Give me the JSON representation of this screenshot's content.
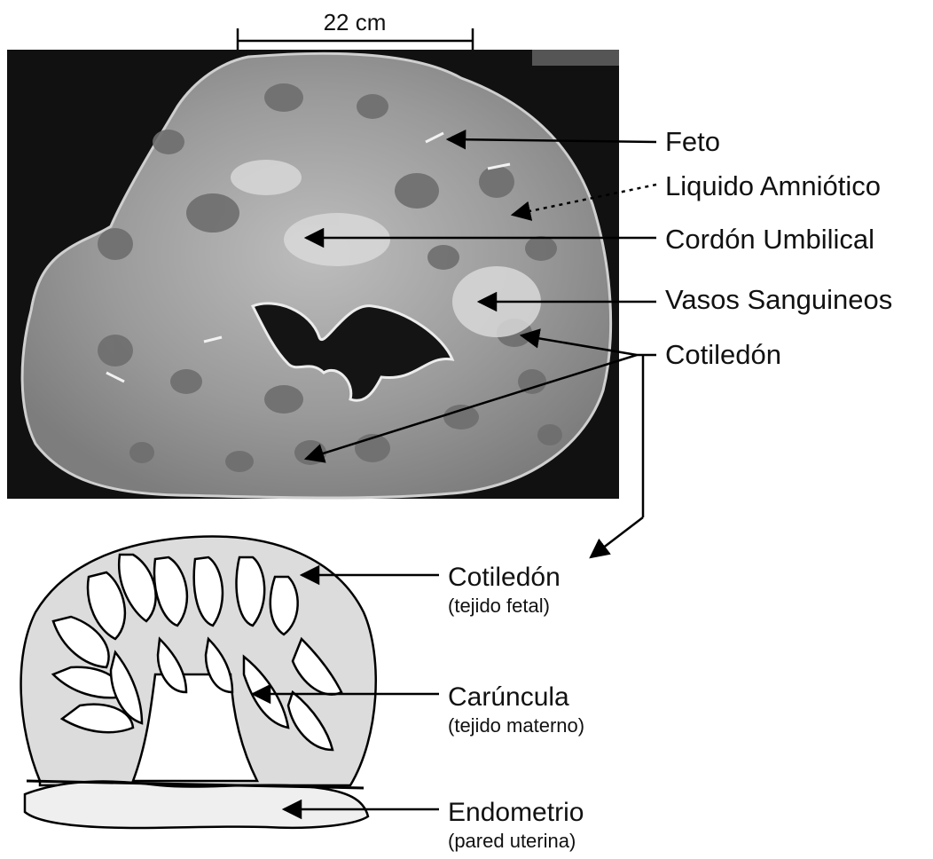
{
  "scale_bar": {
    "label": "22 cm"
  },
  "photo_labels": {
    "feto": "Feto",
    "liquido": "Liquido Amniótico",
    "cordon": "Cordón Umbilical",
    "vasos": "Vasos Sanguineos",
    "cotiledon": "Cotiledón"
  },
  "diagram_labels": {
    "cotiledon": {
      "title": "Cotiledón",
      "sub": "(tejido fetal)"
    },
    "caruncula": {
      "title": "Carúncula",
      "sub": "(tejido materno)"
    },
    "endometrio": {
      "title": "Endometrio",
      "sub": "(pared uterina)"
    }
  }
}
